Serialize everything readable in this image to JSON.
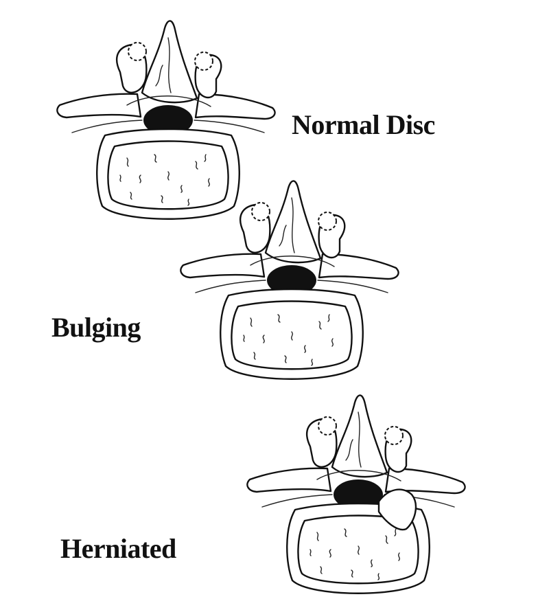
{
  "labels": {
    "normal": "Normal Disc",
    "bulging": "Bulging",
    "herniated": "Herniated"
  },
  "colors": {
    "line": "#111111",
    "canal_fill": "#111111",
    "background": "#ffffff"
  }
}
